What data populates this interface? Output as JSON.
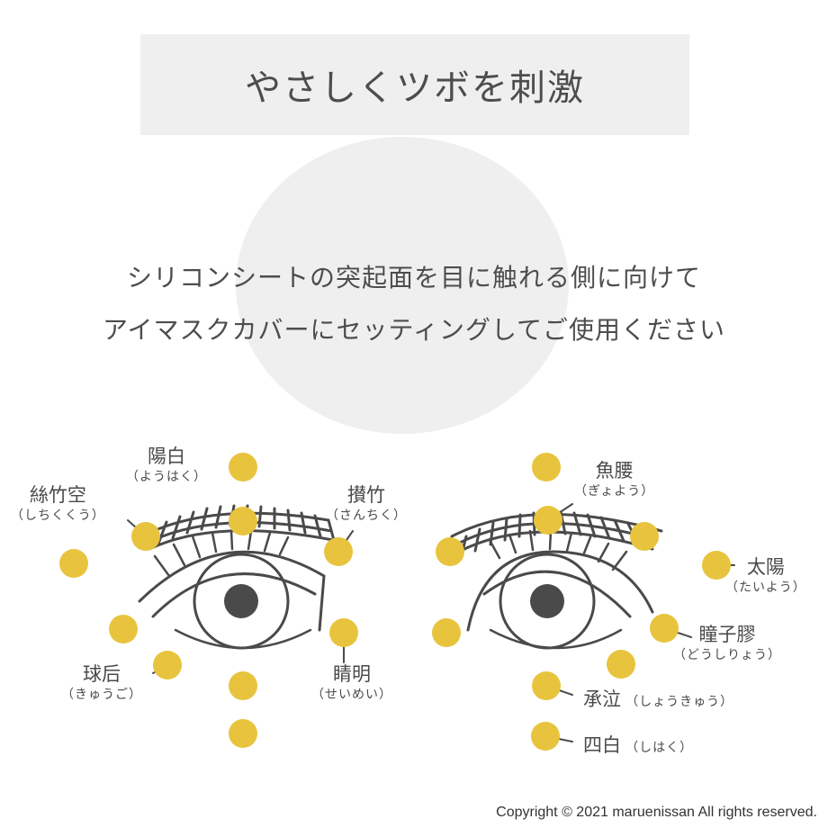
{
  "title": "やさしくツボを刺激",
  "description": {
    "line1": "シリコンシートの突起面を目に触れる側に向けて",
    "line2": "アイマスクカバーにセッティングしてご使用ください"
  },
  "colors": {
    "point": "#e8c43e",
    "line": "#4a4a4a",
    "panel": "#efefef"
  },
  "left_eye_points": {
    "yohaku": {
      "kanji": "陽白",
      "kana": "（ようはく）"
    },
    "shichikukuu": {
      "kanji": "絲竹空",
      "kana": "（しちくくう）"
    },
    "sanchiku": {
      "kanji": "攅竹",
      "kana": "（さんちく）"
    },
    "kyugo": {
      "kanji": "球后",
      "kana": "（きゅうご）"
    },
    "seimei": {
      "kanji": "睛明",
      "kana": "（せいめい）"
    }
  },
  "right_eye_points": {
    "gyoyo": {
      "kanji": "魚腰",
      "kana": "（ぎょよう）"
    },
    "taiyo": {
      "kanji": "太陽",
      "kana": "（たいよう）"
    },
    "doshiryo": {
      "kanji": "瞳子膠",
      "kana": "（どうしりょう）"
    },
    "shokyu": {
      "kanji": "承泣",
      "kana": "（しょうきゅう）"
    },
    "shihaku": {
      "kanji": "四白",
      "kana": "（しはく）"
    }
  },
  "copyright": "Copyright © 2021 maruenissan All rights reserved."
}
